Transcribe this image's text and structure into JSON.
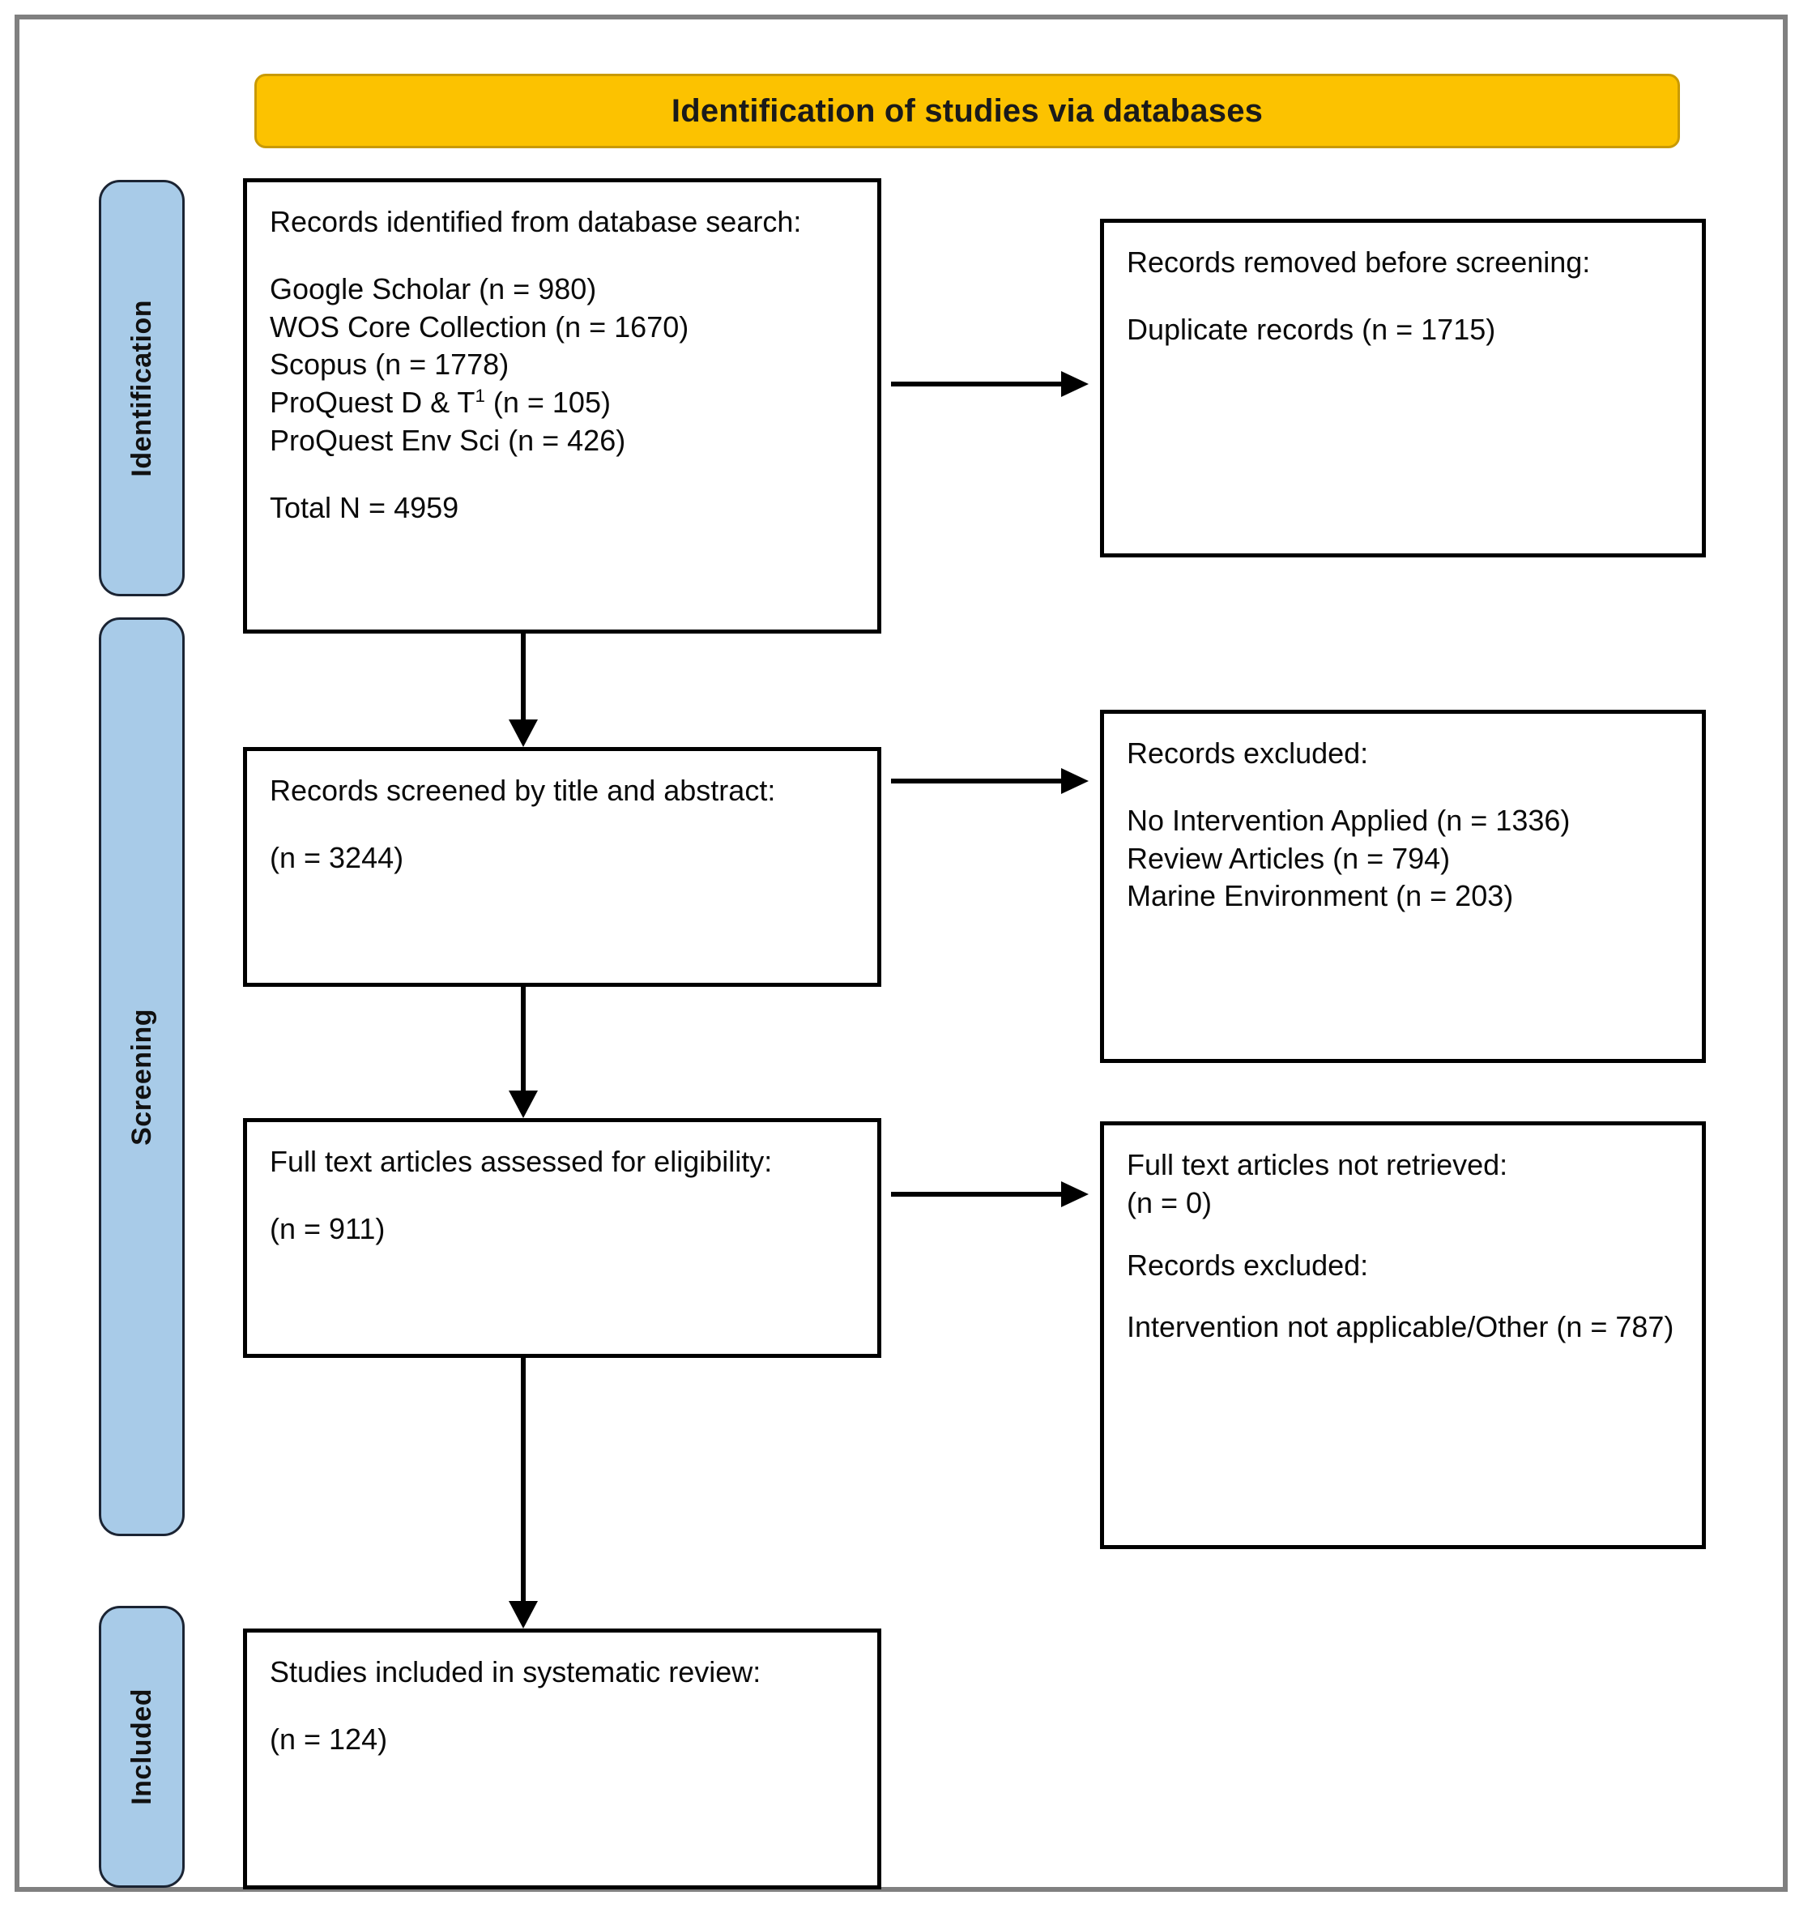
{
  "header": {
    "title": "Identification of studies via databases",
    "background_color": "#FCC200",
    "border_color": "#c99a04"
  },
  "rails": {
    "background_color": "#A8CBE8",
    "border_color": "#1b2433",
    "items": [
      {
        "id": "identification",
        "label": "Identification"
      },
      {
        "id": "screening",
        "label": "Screening"
      },
      {
        "id": "included",
        "label": "Included"
      }
    ]
  },
  "boxes": {
    "identified": {
      "heading": "Records identified from database search:",
      "sources_prefix": "Google Scholar (n = 980)\nWOS Core Collection (n = 1670)\nScopus (n = 1778)\nProQuest D & T",
      "sources_superscript": "1",
      "sources_suffix": " (n = 105)\nProQuest Env Sci (n = 426)",
      "total": "Total N = 4959"
    },
    "removed": {
      "heading": "Records removed before screening:",
      "detail": "Duplicate records (n = 1715)"
    },
    "screened": {
      "heading": "Records screened by title and abstract:",
      "count": "(n = 3244)"
    },
    "excluded_screening": {
      "heading": "Records excluded:",
      "reasons": "No Intervention Applied (n = 1336)\nReview Articles (n = 794)\nMarine Environment (n = 203)"
    },
    "fulltext": {
      "heading": "Full text articles assessed for eligibility:",
      "count": "(n = 911)"
    },
    "not_retrieved": {
      "heading": "Full text articles not retrieved:\n(n = 0)",
      "excluded_heading": "Records excluded:",
      "excluded_reason": "Intervention not applicable/Other (n = 787)"
    },
    "included": {
      "heading": "Studies included in systematic review:",
      "count": "(n = 124)"
    }
  },
  "chart_data": {
    "type": "diagram",
    "title": "PRISMA flow diagram — Identification of studies via databases",
    "stages": [
      {
        "stage": "Identification",
        "node": "Records identified from database search",
        "sources": [
          {
            "name": "Google Scholar",
            "n": 980
          },
          {
            "name": "WOS Core Collection",
            "n": 1670
          },
          {
            "name": "Scopus",
            "n": 1778
          },
          {
            "name": "ProQuest D & T",
            "n": 105
          },
          {
            "name": "ProQuest Env Sci",
            "n": 426
          }
        ],
        "total": 4959,
        "removed": [
          {
            "reason": "Duplicate records",
            "n": 1715
          }
        ]
      },
      {
        "stage": "Screening",
        "node": "Records screened by title and abstract",
        "n": 3244,
        "excluded": [
          {
            "reason": "No Intervention Applied",
            "n": 1336
          },
          {
            "reason": "Review Articles",
            "n": 794
          },
          {
            "reason": "Marine Environment",
            "n": 203
          }
        ]
      },
      {
        "stage": "Eligibility",
        "node": "Full text articles assessed for eligibility",
        "n": 911,
        "not_retrieved": [
          {
            "reason": "Full text articles not retrieved",
            "n": 0
          }
        ],
        "excluded": [
          {
            "reason": "Intervention not applicable/Other",
            "n": 787
          }
        ]
      },
      {
        "stage": "Included",
        "node": "Studies included in systematic review",
        "n": 124
      }
    ]
  }
}
